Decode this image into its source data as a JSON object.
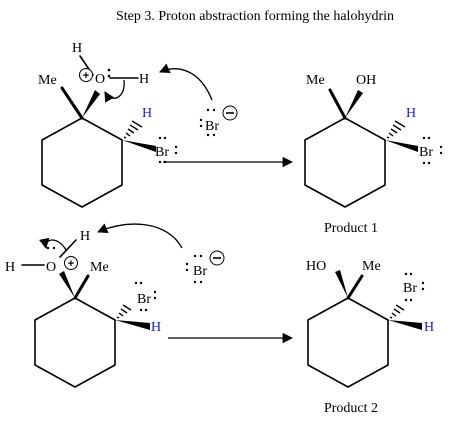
{
  "title": "Step 3. Proton abstraction forming the halohydrin",
  "colors": {
    "ink": "#000000",
    "highlight_h": "#1a1ad0"
  },
  "top_reaction": {
    "reactant": {
      "h_on_oxygen_top": "H",
      "oxygen": "O",
      "h_on_oxygen_right": "H",
      "methyl": "Me",
      "h_ring": "H",
      "bromine": "Br",
      "oxonium_charge_icon": "plus-circle-icon"
    },
    "bromide": {
      "label": "Br",
      "charge_icon": "minus-circle-icon"
    },
    "product": {
      "methyl": "Me",
      "hydroxyl": "OH",
      "h_ring": "H",
      "bromine": "Br",
      "caption": "Product 1"
    }
  },
  "bottom_reaction": {
    "reactant": {
      "h_on_oxygen_top": "H",
      "h_on_oxygen_left": "H",
      "oxygen": "O",
      "methyl": "Me",
      "bromine": "Br",
      "h_ring": "H",
      "oxonium_charge_icon": "plus-circle-icon"
    },
    "bromide": {
      "label": "Br",
      "charge_icon": "minus-circle-icon"
    },
    "product": {
      "hydroxyl": "HO",
      "methyl": "Me",
      "bromine": "Br",
      "h_ring": "H",
      "caption": "Product 2"
    }
  }
}
